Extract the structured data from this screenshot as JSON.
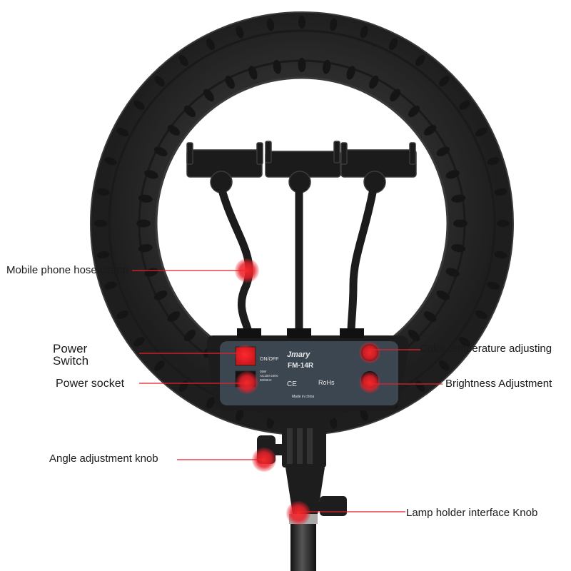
{
  "callouts": {
    "mobile_phone_hose_clamp": "Mobile phone hose clamp",
    "power_switch_line1": "Power",
    "power_switch_line2": "Switch",
    "power_socket": "Power socket",
    "angle_adjustment_knob": "Angle adjustment knob",
    "color_temperature_adjusting": "Color temperature adjusting",
    "brightness_adjustment": "Brightness Adjustment",
    "lamp_holder_interface_knob": "Lamp holder interface Knob"
  },
  "control_panel": {
    "brand": "Jmary",
    "model": "FM-14R",
    "switch_label": "ON/OFF",
    "spec_line1": "36W",
    "spec_line2": "AC100-240V",
    "spec_line3": "50/60Hz",
    "ce_mark": "CE",
    "rohs_mark": "RoHs",
    "origin": "Made in china"
  },
  "colors": {
    "marker_red": "#e8202a",
    "ring_body": "#2b2b2b",
    "panel": "#3c4650"
  }
}
